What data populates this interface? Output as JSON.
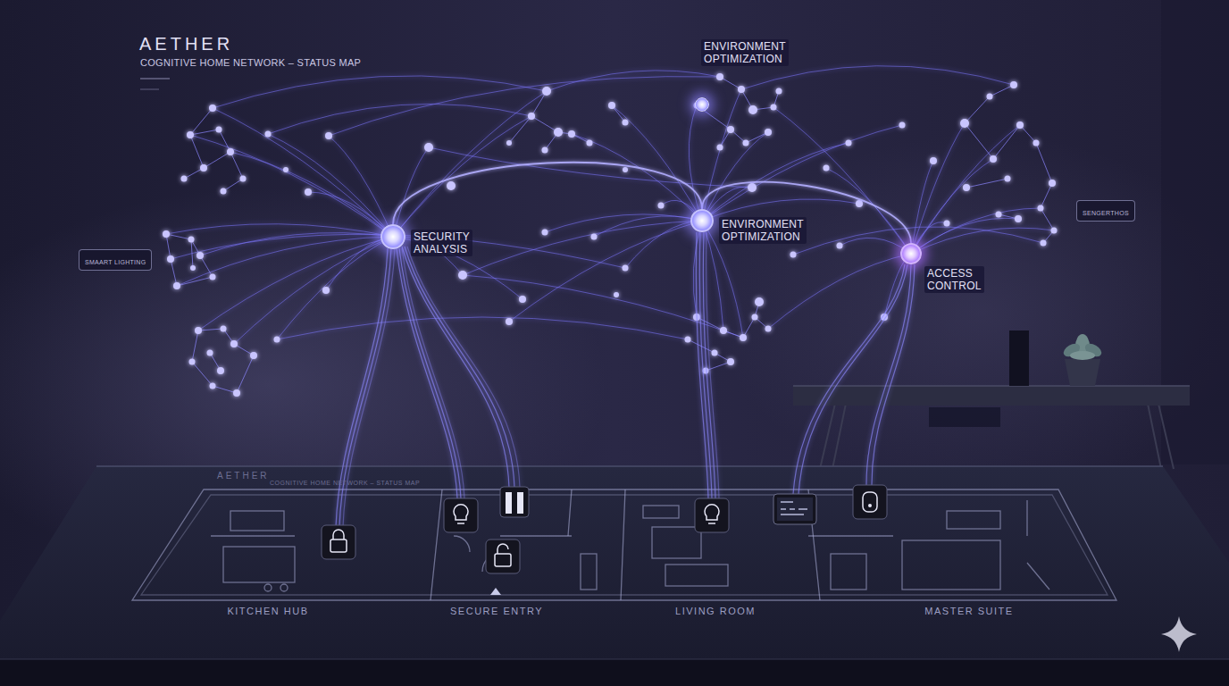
{
  "diagram": {
    "title": "AETHER",
    "nodes": [
      {
        "text": [
          "ENVIRONMENT OPTIMIZATION"
        ]
      },
      {
        "text": [
          "SMAART LIGHTING"
        ]
      },
      {
        "text": [
          "SECURITY ANALYSIS"
        ]
      },
      {
        "text": [
          "ENVIRONMENT OPTIMIZATION"
        ]
      },
      {
        "text": [
          "ACCESS CONTROL"
        ]
      },
      {
        "text": [
          "SENGERTHOS"
        ]
      }
    ],
    "edges": [
      {
        "from": 2,
        "to": 3,
        "arrow": "none"
      },
      {
        "from": 3,
        "to": 4,
        "arrow": "none"
      },
      {
        "from": 0,
        "to": 3,
        "arrow": "none"
      }
    ],
    "labels": [
      "COGNITIVE HOME NETWORK – STATUS MAP",
      "AETHER",
      "COGNITIVE HOME NETWORK – STATUS MAP",
      "KITCHEN HUB",
      "SECURE ENTRY",
      "LIVING ROOM",
      "MASTER SUITE"
    ]
  }
}
